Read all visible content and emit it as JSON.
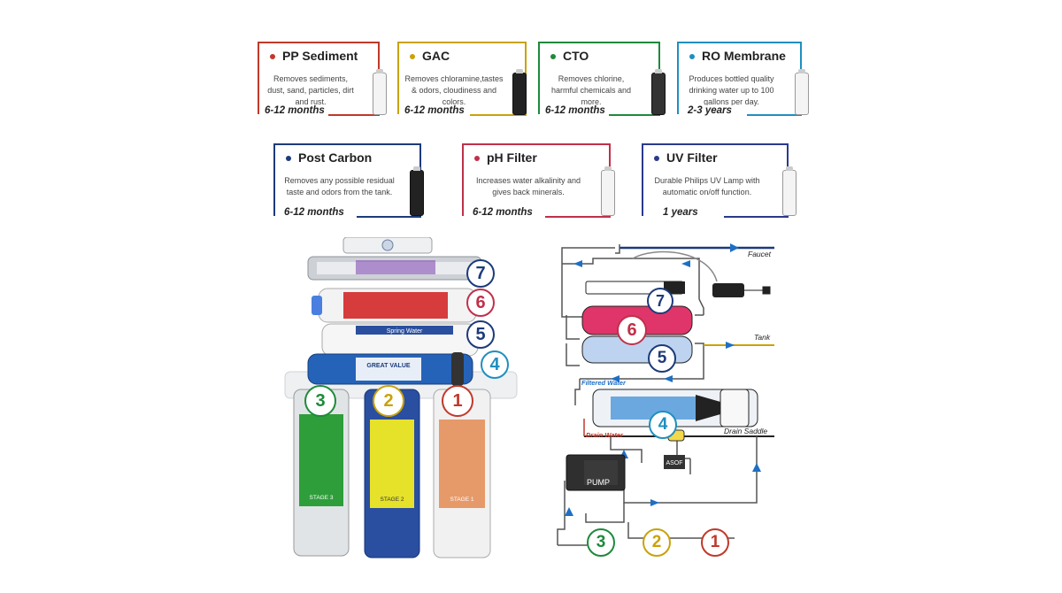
{
  "colors": {
    "pp": "#c0392b",
    "gac": "#c9a20a",
    "cto": "#1e8a3a",
    "ro": "#1f8fbf",
    "post": "#1d3b7a",
    "ph": "#c0304a",
    "uv": "#2a3a8c",
    "flow": "#1e6fc4"
  },
  "filters": [
    {
      "title": "PP Sediment",
      "description": "Removes sediments, dust, sand, particles, dirt and rust.",
      "life": "6-12 months",
      "icon": "sediment-cartridge-icon"
    },
    {
      "title": "GAC",
      "description": "Removes chloramine,tastes & odors, cloudiness and colors.",
      "life": "6-12 months",
      "icon": "gac-cartridge-icon"
    },
    {
      "title": "CTO",
      "description": "Removes chlorine, harmful chemicals and more.",
      "life": "6-12 months",
      "icon": "cto-cartridge-icon"
    },
    {
      "title": "RO Membrane",
      "description": "Produces bottled quality drinking water up to 100 gallons per day.",
      "life": "2-3 years",
      "icon": "ro-membrane-icon"
    },
    {
      "title": "Post Carbon",
      "description": "Removes any possible residual taste and odors from the tank.",
      "life": "6-12 months",
      "icon": "post-carbon-icon"
    },
    {
      "title": "pH Filter",
      "description": "Increases water alkalinity and gives back minerals.",
      "life": "6-12 months",
      "icon": "ph-filter-icon"
    },
    {
      "title": "UV Filter",
      "description": "Durable Philips UV Lamp with automatic on/off function.",
      "life": "1 years",
      "icon": "uv-lamp-icon"
    }
  ],
  "photo": {
    "stage_numbers": [
      "7",
      "6",
      "5",
      "4",
      "3",
      "2",
      "1"
    ],
    "labels": {
      "spring_water": "Spring Water",
      "great_value": "GREAT VALUE",
      "stage_3": "STAGE 3",
      "stage_2": "STAGE 2",
      "stage_1": "STAGE 1"
    }
  },
  "schematic": {
    "stage_numbers": [
      "7",
      "6",
      "5",
      "4",
      "3",
      "2",
      "1"
    ],
    "labels": {
      "faucet": "Faucet",
      "tank": "Tank",
      "filtered_water": "Filtered Water",
      "drain_water": "Drain Water",
      "drain_saddle": "Drain Saddle",
      "pump": "PUMP",
      "asof": "ASOF"
    }
  }
}
